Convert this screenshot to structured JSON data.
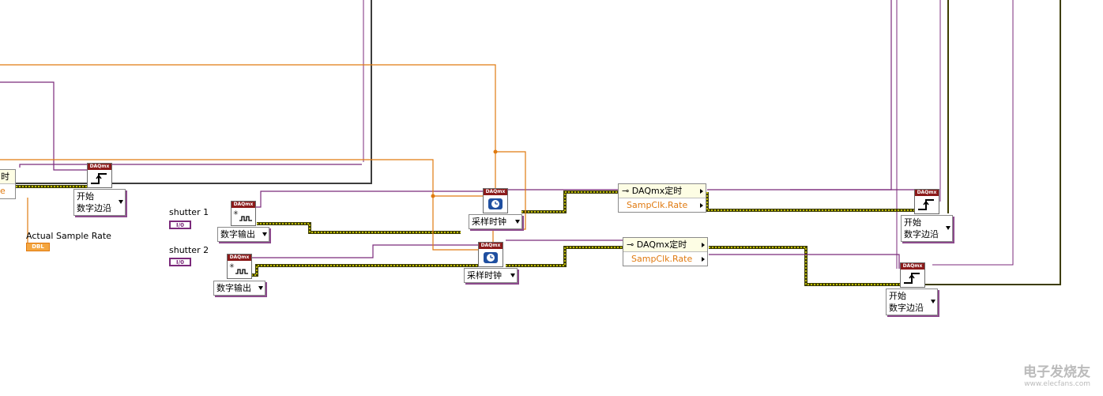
{
  "daq_header": "DAQmx",
  "start_trigger_left": {
    "line1": "开始",
    "line2": "数字边沿"
  },
  "start_trigger_right_top": {
    "line1": "开始",
    "line2": "数字边沿"
  },
  "start_trigger_right_bottom": {
    "line1": "开始",
    "line2": "数字边沿"
  },
  "digital_out_1": "数字输出",
  "digital_out_2": "数字输出",
  "sample_clock_1": "采样时钟",
  "sample_clock_2": "采样时钟",
  "timing_node_1": {
    "title": "DAQmx定时",
    "property": "SampClk.Rate"
  },
  "timing_node_2": {
    "title": "DAQmx定时",
    "property": "SampClk.Rate"
  },
  "partial_node": {
    "title": "时",
    "row": "e"
  },
  "shutter1": {
    "label": "shutter 1",
    "terminal": "I/0"
  },
  "shutter2": {
    "label": "shutter 2",
    "terminal": "I/0"
  },
  "sample_rate_indicator": {
    "label": "Actual Sample Rate",
    "terminal": "DBL"
  },
  "watermark": {
    "text": "电子发烧友",
    "url": "www.elecfans.com"
  },
  "colors": {
    "task_wire": "#7b2a7b",
    "error_wire_outer": "#3d3d00",
    "error_wire_inner": "#e8e300",
    "numeric_wire": "#e07a10"
  }
}
